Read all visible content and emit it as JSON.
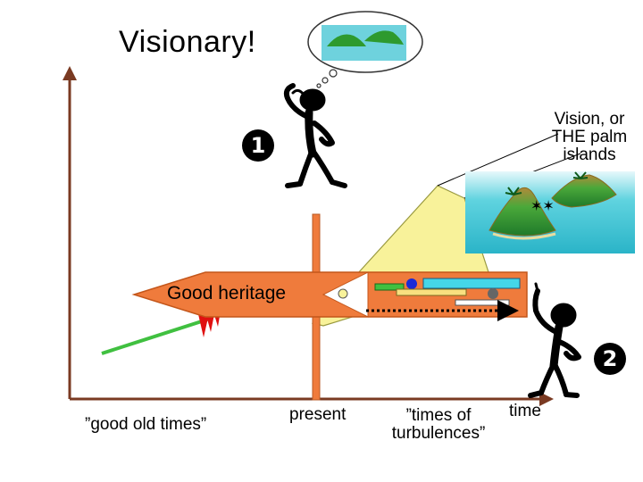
{
  "title": "Visionary!",
  "vision_label": "Vision, or THE palm islands",
  "heritage_label": "Good heritage",
  "axis_labels": {
    "good_old_times": "”good old times”",
    "present": "present",
    "times_of_turbulences": "”times of turbulences”",
    "time": "time"
  },
  "markers": {
    "one": "1",
    "two": "2"
  },
  "colors": {
    "orange": "#ef7b3c",
    "orange_dark": "#c4561a",
    "beam_yellow": "#f8f29a",
    "green": "#40c040",
    "red": "#e01010",
    "cyan_bar": "#45d6e8",
    "blue_dot": "#1a2ad6",
    "sea": "#3fc8d8",
    "island_green": "#2e9a2e"
  },
  "icons": [
    "thinking-figure",
    "pointing-figure",
    "thought-bubble",
    "palm-islands-picture",
    "stars"
  ]
}
